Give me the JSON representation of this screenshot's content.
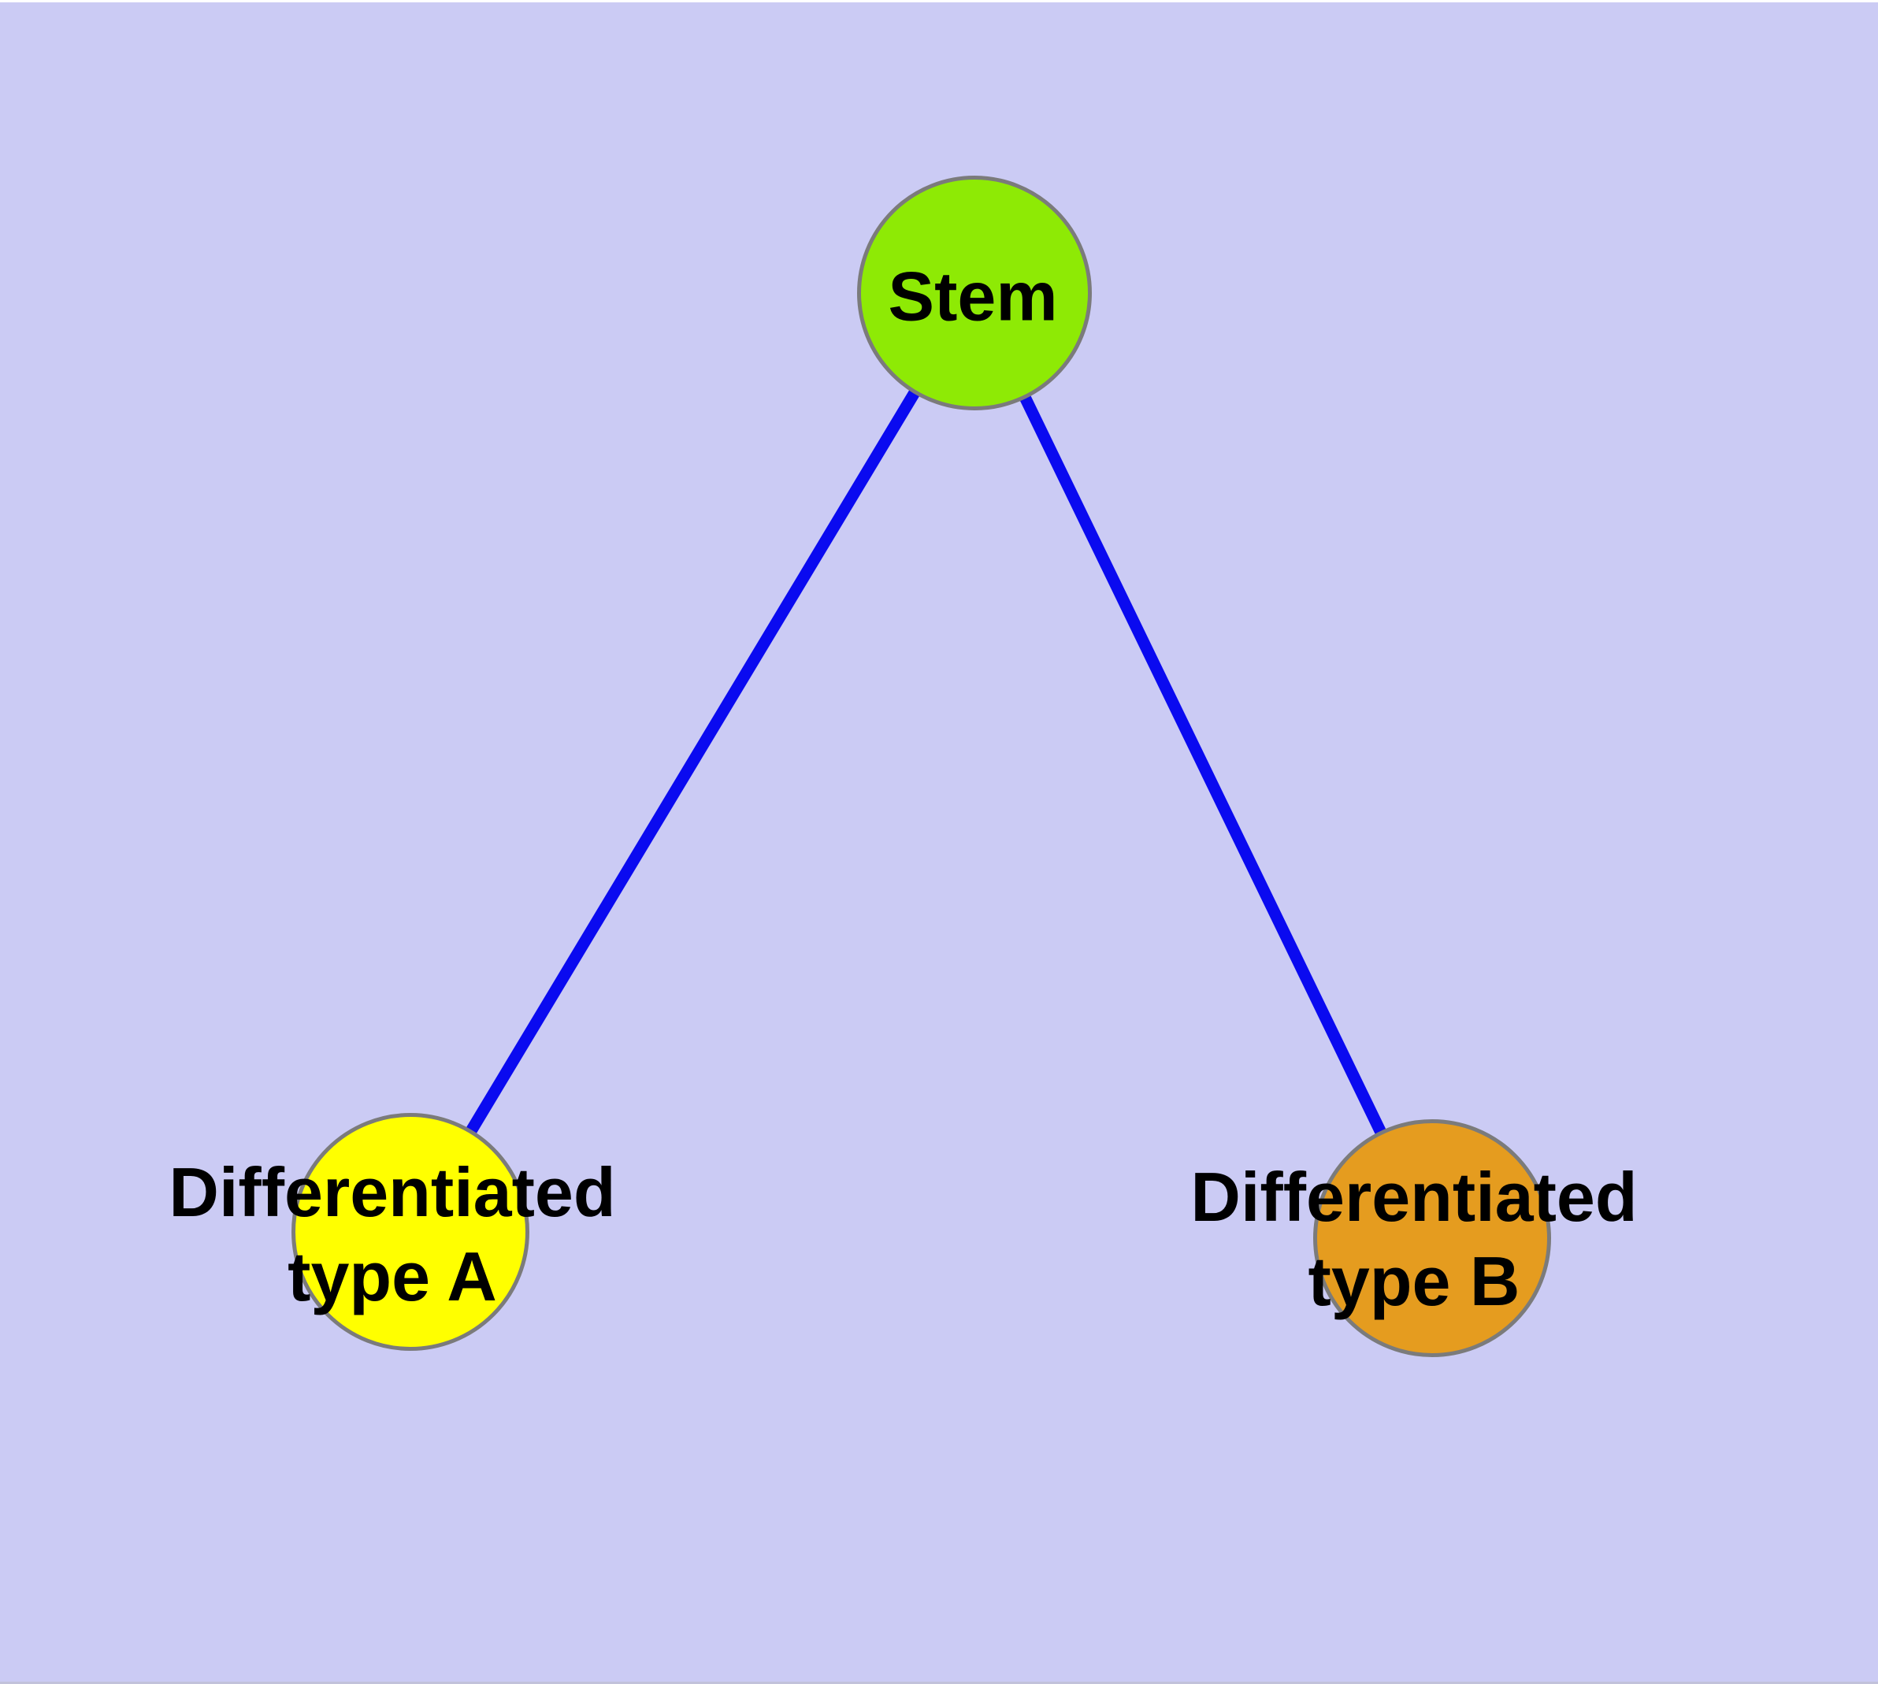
{
  "diagram": {
    "type": "graph",
    "background_color": "#cbcbf4",
    "edge_color": "#0a0af0",
    "node_border_color": "#7b7b7b",
    "label_color": "#000000",
    "nodes": [
      {
        "id": "stem",
        "label": "Stem",
        "color": "#8eea05"
      },
      {
        "id": "differentiated-type-a",
        "label": "Differentiated type A",
        "label_line1": "Differentiated",
        "label_line2": "type A",
        "color": "#ffff00"
      },
      {
        "id": "differentiated-type-b",
        "label": "Differentiated type B",
        "label_line1": "Differentiated",
        "label_line2": "type B",
        "color": "#e59c1f"
      }
    ],
    "edges": [
      {
        "from": "stem",
        "to": "differentiated-type-a"
      },
      {
        "from": "stem",
        "to": "differentiated-type-b"
      }
    ]
  }
}
